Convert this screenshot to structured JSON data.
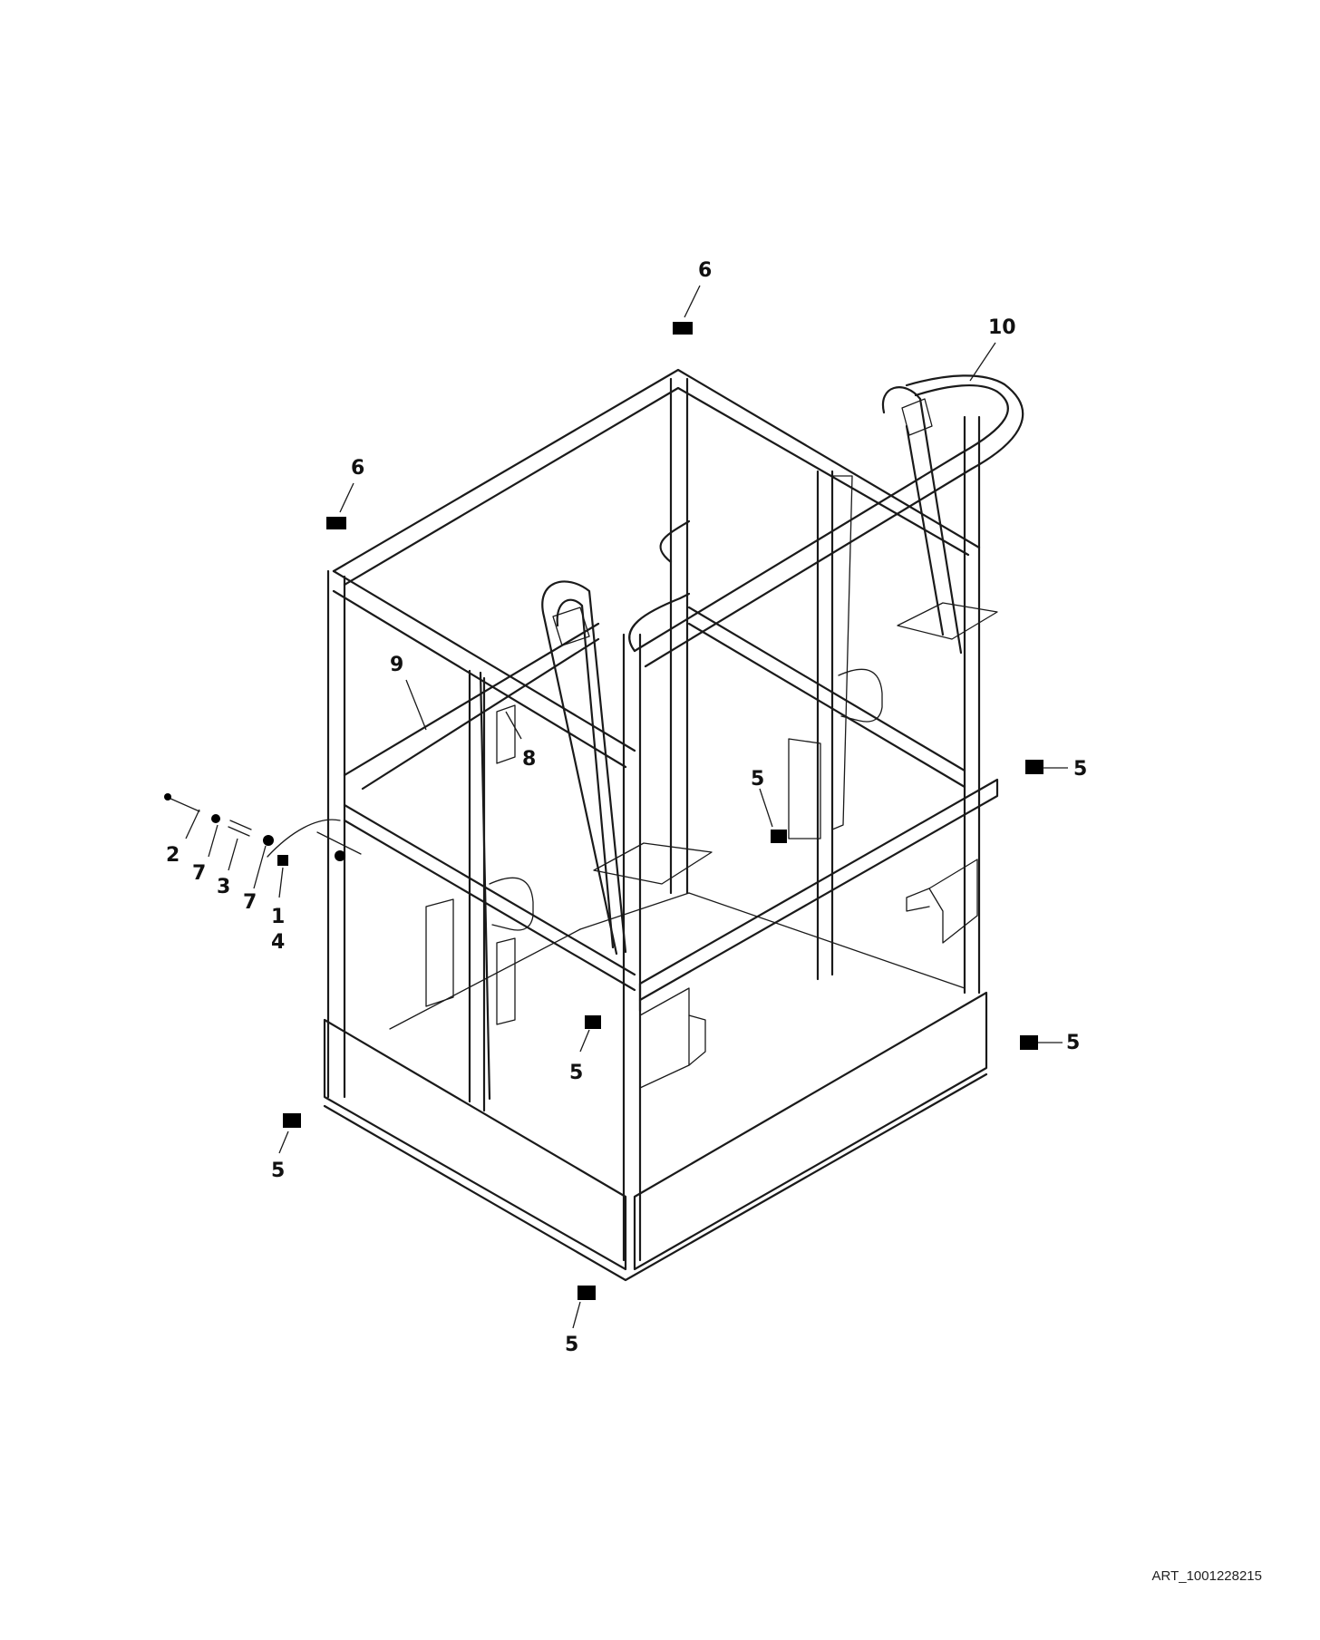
{
  "callouts": {
    "c1": "1",
    "c2": "2",
    "c3": "3",
    "c4": "4",
    "c5": "5",
    "c6": "6",
    "c7": "7",
    "c8": "8",
    "c9": "9",
    "c10": "10"
  },
  "art_id": "ART_1001228215"
}
